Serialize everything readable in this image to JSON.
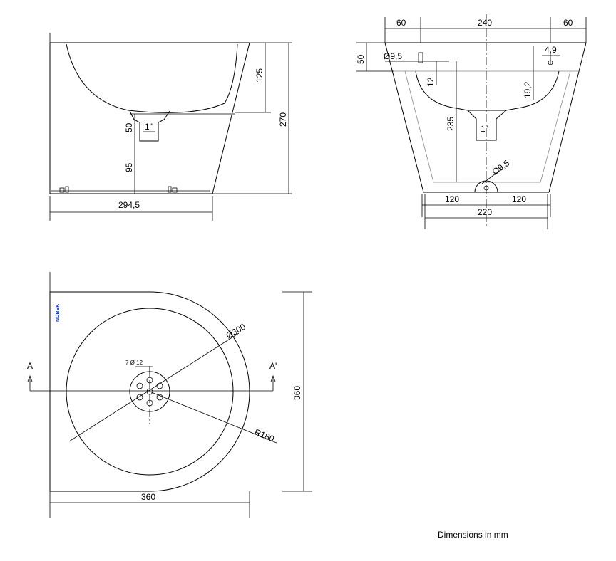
{
  "note": "Dimensions in  mm",
  "logo": "NOBEK",
  "side_view": {
    "overall_width": "294,5",
    "height_total": "270",
    "bowl_depth": "125",
    "drain_height": "50",
    "base_to_drain": "95",
    "thread": "1\""
  },
  "section_view": {
    "top_left_margin": "60",
    "top_center": "240",
    "top_right_margin": "60",
    "rim_height": "50",
    "overflow_diameter": "Ø9,5",
    "tap_distance": "4,9",
    "offset_12": "12",
    "offset_19_2": "19,2",
    "inner_depth": "235",
    "thread": "1\"",
    "bottom_hole_diameter": "Ø9,5",
    "bottom_left": "120",
    "bottom_right": "120",
    "bottom_width": "220"
  },
  "plan_view": {
    "diameter": "Ø300",
    "radius": "R180",
    "holes_label": "7 Ø 12",
    "width": "360",
    "depth": "360",
    "section_start": "A",
    "section_end": "A'"
  }
}
